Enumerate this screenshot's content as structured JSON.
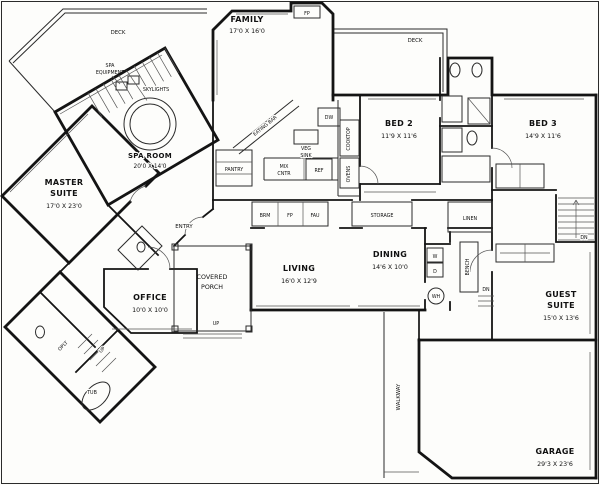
{
  "figure": {
    "bg": "#fdfdfb",
    "wall_color": "#141414",
    "border_color": "#2a2a2a"
  },
  "rooms": {
    "family": {
      "name": "FAMILY",
      "dims": "17'0 X 16'0"
    },
    "spa_room": {
      "name": "SPA ROOM",
      "dims": "20'0 X 14'0"
    },
    "master_suite": {
      "name_line1": "MASTER",
      "name_line2": "SUITE",
      "dims": "17'0 X 23'0"
    },
    "bed_2": {
      "name": "BED 2",
      "dims": "11'9 X 11'6"
    },
    "bed_3": {
      "name": "BED 3",
      "dims": "14'9 X 11'6"
    },
    "dining": {
      "name": "DINING",
      "dims": "14'6 X 10'0"
    },
    "living": {
      "name": "LIVING",
      "dims": "16'0 X 12'9"
    },
    "office": {
      "name": "OFFICE",
      "dims": "10'0 X 10'0"
    },
    "guest_suite": {
      "name_line1": "GUEST",
      "name_line2": "SUITE",
      "dims": "15'0 X 13'6"
    },
    "garage": {
      "name": "GARAGE",
      "dims": "29'3 X 23'6"
    }
  },
  "labels": {
    "deck_left": "DECK",
    "deck_right": "DECK",
    "fp_family": "FP",
    "fp_hall": "FP",
    "spa_equipment_line1": "SPA",
    "spa_equipment_line2": "EQUIPMENT",
    "skylights": "SKYLIGHTS",
    "pantry": "PANTRY",
    "eating_bar": "EATING BAR",
    "veg_sink_line1": "VEG",
    "veg_sink_line2": "SINK",
    "dw": "DW",
    "cooktop": "COOKTOP",
    "ovens": "OVENS",
    "mix_cntr_line1": "MIX",
    "mix_cntr_line2": "CNTR",
    "ref": "REF",
    "brm": "BRM",
    "fau": "FAU",
    "storage": "STORAGE",
    "linen": "LINEN",
    "entry": "ENTRY",
    "covered_porch_line1": "COVERED",
    "covered_porch_line2": "PORCH",
    "bench": "BENCH",
    "walkway": "WALKWAY",
    "dn_stair": "DN",
    "dn_guest": "DN",
    "up_porch": "UP",
    "up_wing": "UP",
    "tub": "TUB",
    "oplt": "OPLT",
    "washer": "W",
    "dryer": "D",
    "water_heater": "WH"
  }
}
